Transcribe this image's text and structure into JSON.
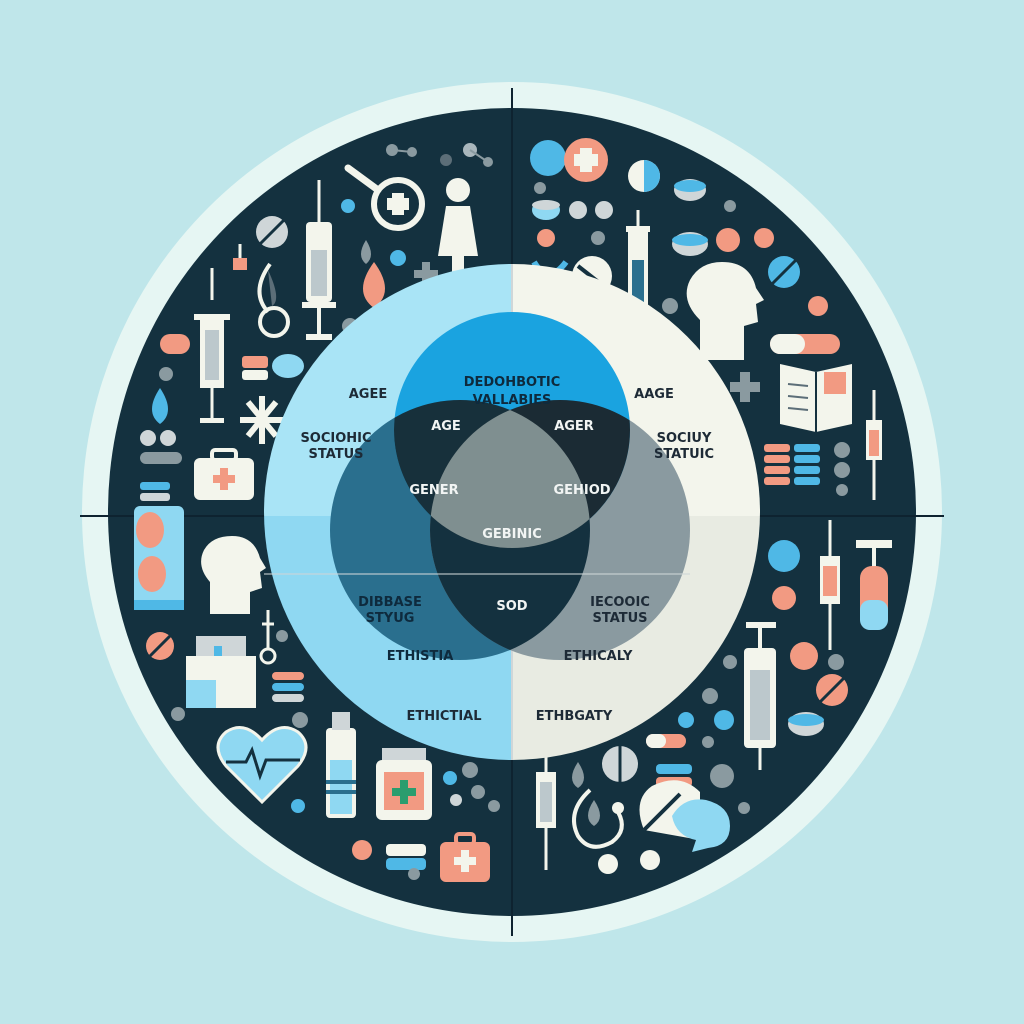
{
  "diagram": {
    "top_title_line1": "DEDOHBOTIC",
    "top_title_line2": "VALLABIES",
    "top_left_age": "AGE",
    "top_right_age": "AGER",
    "outer_left_age": "AGEE",
    "outer_right_age": "AAGE",
    "outer_left_status_line1": "SOCIOHIC",
    "outer_left_status_line2": "STATUS",
    "outer_right_status_line1": "SOCIUY",
    "outer_right_status_line2": "STATUIC",
    "left_gender": "GENER",
    "right_gender": "GEHIOD",
    "center_label": "GEBINIC",
    "center_lower_label": "SOD",
    "left_disease_line1": "DIBBASE",
    "left_disease_line2": "STYUG",
    "right_economic_line1": "IECOOIC",
    "right_economic_line2": "STATUS",
    "left_ethnic_inner": "ETHISTIA",
    "right_ethnic_inner": "ETHICALY",
    "left_ethnic_outer": "ETHICTIAL",
    "right_ethnic_outer": "ETHBGATY"
  },
  "colors": {
    "background": "#bfe6ea",
    "outer_ring": "#e6f6f3",
    "dark_ring": "#14313f",
    "accent_blue": "#1aa3e0",
    "light_blue": "#8fd8f2",
    "cream": "#f3f5ec",
    "teal_dark": "#2a6f8e",
    "grey": "#8a9aa0",
    "coral": "#f29a82"
  },
  "icons": [
    "syringe-icon",
    "pill-icon",
    "capsule-icon",
    "medical-kit-icon",
    "person-icon",
    "head-profile-icon",
    "heart-icon",
    "magnifier-plus-icon",
    "book-icon",
    "drop-icon",
    "cross-icon",
    "bottle-icon",
    "stethoscope-icon",
    "molecule-icon",
    "pill-stack-icon",
    "jar-icon",
    "medication-box-icon"
  ]
}
